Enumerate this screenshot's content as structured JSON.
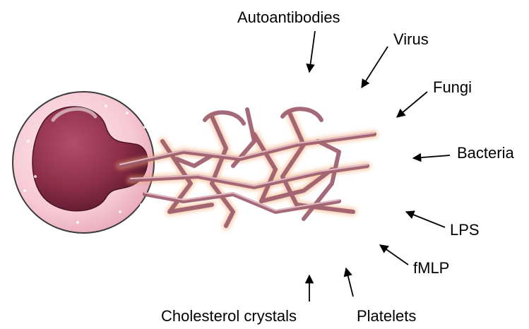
{
  "labels": {
    "autoantibodies": "Autoantibodies",
    "virus": "Virus",
    "fungi": "Fungi",
    "bacteria": "Bacteria",
    "lps": "LPS",
    "fmlp": "fMLP",
    "platelets": "Platelets",
    "cholesterol_crystals": "Cholesterol crystals"
  },
  "colors": {
    "cell_fill": "#f8d6df",
    "cell_outline": "#3a3a3a",
    "nucleus": "#8e2f4a",
    "nucleus_dark": "#5e1a30",
    "net_strand": "#9b5a6c",
    "net_glow": "#f0a46a",
    "arrow": "#000000"
  }
}
